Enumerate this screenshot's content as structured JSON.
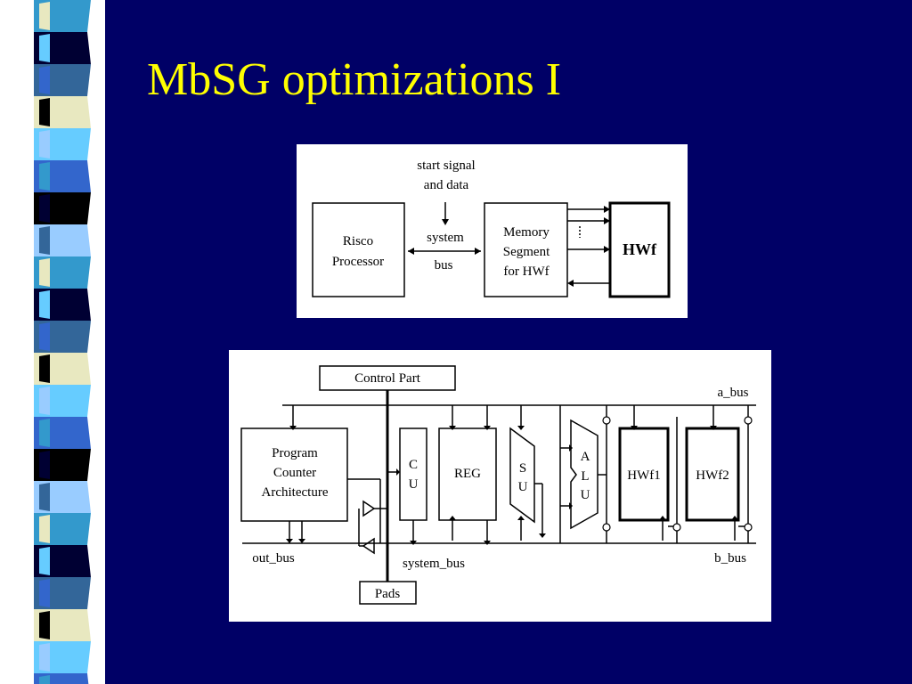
{
  "slide": {
    "title": "MbSG optimizations I",
    "colors": {
      "background": "#000066",
      "title": "#ffff00",
      "stripes": [
        "#3399cc",
        "#000033",
        "#336699",
        "#e8e8c0",
        "#66ccff",
        "#3366cc",
        "#000000",
        "#99ccff"
      ]
    }
  },
  "diagram1": {
    "start_signal_line1": "start signal",
    "start_signal_line2": "and data",
    "risco_line1": "Risco",
    "risco_line2": "Processor",
    "system_label": "system",
    "bus_label": "bus",
    "memory_line1": "Memory",
    "memory_line2": "Segment",
    "memory_line3": "for HWf",
    "hwf_label": "HWf"
  },
  "diagram2": {
    "control_part": "Control Part",
    "a_bus": "a_bus",
    "pc_line1": "Program",
    "pc_line2": "Counter",
    "pc_line3": "Architecture",
    "cu_c": "C",
    "cu_u": "U",
    "reg": "REG",
    "su_s": "S",
    "su_u": "U",
    "alu_a": "A",
    "alu_l": "L",
    "alu_u": "U",
    "hwf1": "HWf1",
    "hwf2": "HWf2",
    "out_bus": "out_bus",
    "system_bus": "system_bus",
    "b_bus": "b_bus",
    "pads": "Pads"
  }
}
